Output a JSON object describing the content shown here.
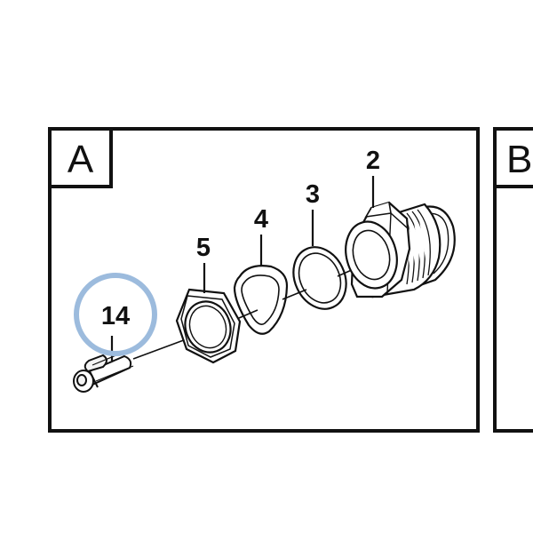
{
  "panels": [
    {
      "label": "A"
    },
    {
      "label": "B"
    }
  ],
  "callouts": {
    "bolt": "14",
    "fitting": "2",
    "o_ring": "3",
    "seal": "4",
    "nut": "5"
  },
  "colors": {
    "line": "#111111",
    "highlight": "#9cbbdd",
    "background": "#ffffff"
  }
}
